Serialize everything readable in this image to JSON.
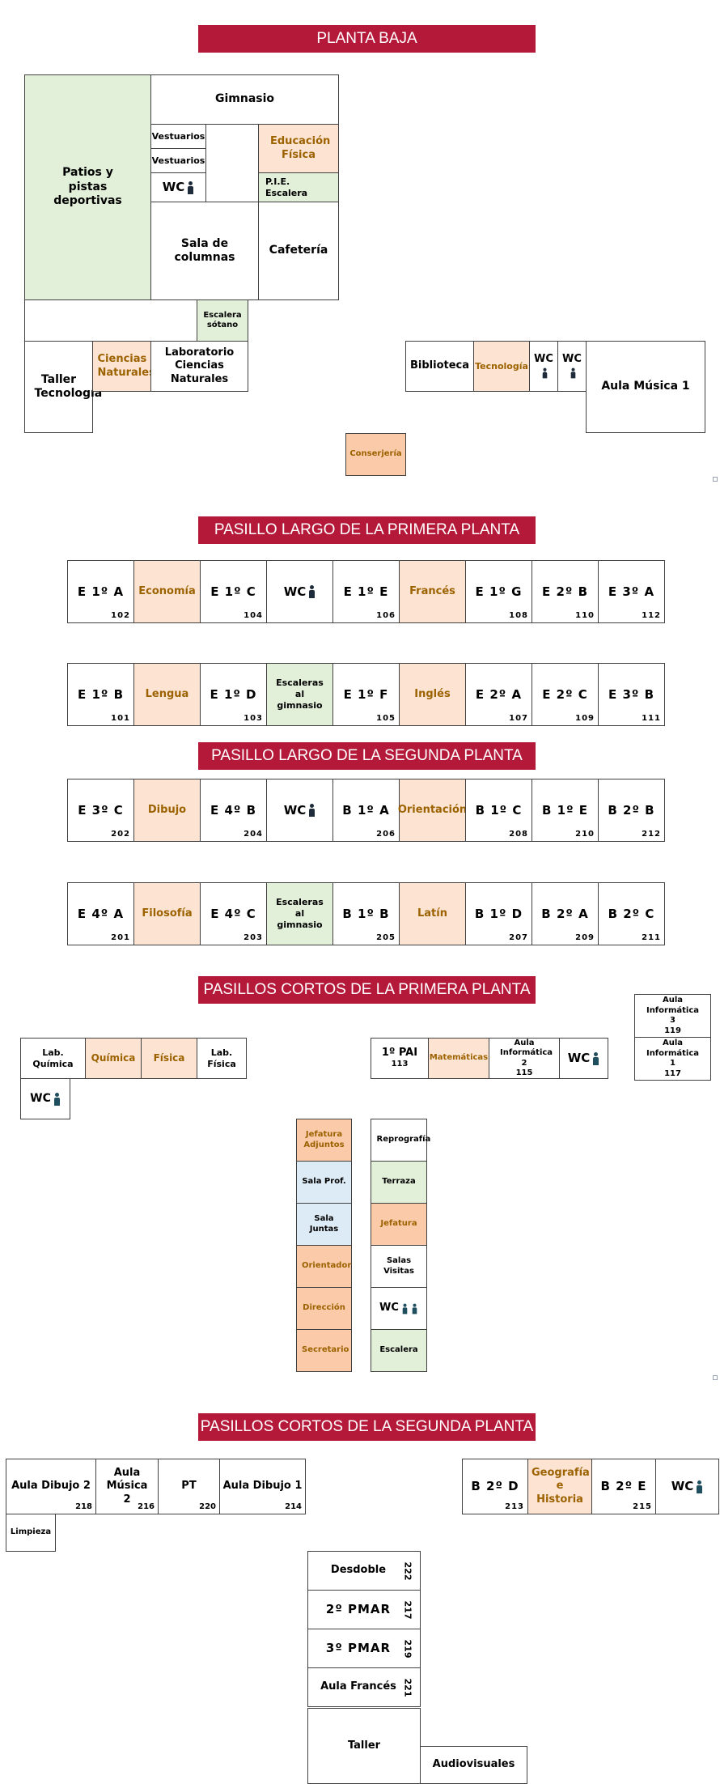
{
  "colors": {
    "banner": "#b5193a",
    "green_room": "#e2efd9",
    "department_room": "#fde4d2",
    "admin_room": "#fbcaa8",
    "staff_room": "#ddebf6",
    "department_text": "#9c6200"
  },
  "planta_baja": {
    "title": "PLANTA BAJA",
    "patios": "Patios y pistas deportivas",
    "gimnasio": "Gimnasio",
    "vestuarios_1": "Vestuarios",
    "vestuarios_2": "Vestuarios",
    "wc": "WC",
    "educacion_fisica": "Educación Física",
    "pie_escalera": "P.I.E. Escalera",
    "sala_columnas": "Sala de columnas",
    "cafeteria": "Cafetería",
    "escalera_sotano": "Escalera sótano",
    "taller_tecnologia": "Taller Tecnología",
    "ciencias_naturales": "Ciencias Naturales",
    "laboratorio_cn": "Laboratorio Ciencias Naturales",
    "biblioteca": "Biblioteca",
    "tecnologia": "Tecnología",
    "wc_a": "WC",
    "wc_b": "WC",
    "aula_musica_1": "Aula Música 1",
    "conserjeria": "Conserjería"
  },
  "primera_larga": {
    "title": "PASILLO LARGO DE LA PRIMERA PLANTA",
    "top_row": [
      {
        "label": "E  1º A",
        "num": "102"
      },
      {
        "label": "Economía",
        "num": ""
      },
      {
        "label": "E  1º C",
        "num": "104"
      },
      {
        "label": "WC",
        "num": ""
      },
      {
        "label": "E  1º E",
        "num": "106"
      },
      {
        "label": "Francés",
        "num": ""
      },
      {
        "label": "E  1º G",
        "num": "108"
      },
      {
        "label": "E  2º B",
        "num": "110"
      },
      {
        "label": "E  3º A",
        "num": "112"
      }
    ],
    "bottom_row": [
      {
        "label": "E  1º B",
        "num": "101"
      },
      {
        "label": "Lengua",
        "num": ""
      },
      {
        "label": "E  1º D",
        "num": "103"
      },
      {
        "label": "Escaleras al gimnasio",
        "num": ""
      },
      {
        "label": "E  1º F",
        "num": "105"
      },
      {
        "label": "Inglés",
        "num": ""
      },
      {
        "label": "E  2º A",
        "num": "107"
      },
      {
        "label": "E  2º C",
        "num": "109"
      },
      {
        "label": "E  3º B",
        "num": "111"
      }
    ]
  },
  "segunda_larga": {
    "title": "PASILLO LARGO DE LA SEGUNDA PLANTA",
    "top_row": [
      {
        "label": "E  3º C",
        "num": "202"
      },
      {
        "label": "Dibujo",
        "num": ""
      },
      {
        "label": "E  4º B",
        "num": "204"
      },
      {
        "label": "WC",
        "num": ""
      },
      {
        "label": "B  1º A",
        "num": "206"
      },
      {
        "label": "Orientación",
        "num": ""
      },
      {
        "label": "B  1º C",
        "num": "208"
      },
      {
        "label": "B  1º E",
        "num": "210"
      },
      {
        "label": "B  2º B",
        "num": "212"
      }
    ],
    "bottom_row": [
      {
        "label": "E  4º A",
        "num": "201"
      },
      {
        "label": "Filosofía",
        "num": ""
      },
      {
        "label": "E  4º C",
        "num": "203"
      },
      {
        "label": "Escaleras al gimnasio",
        "num": ""
      },
      {
        "label": "B  1º B",
        "num": "205"
      },
      {
        "label": "Latín",
        "num": ""
      },
      {
        "label": "B  1º D",
        "num": "207"
      },
      {
        "label": "B  2º A",
        "num": "209"
      },
      {
        "label": "B  2º C",
        "num": "211"
      }
    ]
  },
  "primera_cortos": {
    "title": "PASILLOS CORTOS DE LA PRIMERA PLANTA",
    "lab_quimica": "Lab. Química",
    "quimica": "Química",
    "fisica": "Física",
    "lab_fisica": "Lab. Física",
    "wc_left": "WC",
    "pai": "1º  PAI",
    "pai_num": "113",
    "matematicas": "Matemáticas",
    "informatica_2": "Aula Informática 2",
    "informatica_2_num": "115",
    "wc_right": "WC",
    "informatica_3": "Aula Informática 3",
    "informatica_3_num": "119",
    "informatica_1": "Aula Informática 1",
    "informatica_1_num": "117",
    "left_column": [
      "Jefatura Adjuntos",
      "Sala Prof.",
      "Sala Juntas",
      "Orientador",
      "Dirección",
      "Secretario"
    ],
    "right_column": [
      "Reprografía",
      "Terraza",
      "Jefatura",
      "Salas Visitas",
      "WC",
      "Escalera"
    ]
  },
  "segunda_cortos": {
    "title": "PASILLOS CORTOS DE LA SEGUNDA PLANTA",
    "dibujo_2": "Aula  Dibujo 2",
    "dibujo_2_num": "218",
    "musica_2": "Aula Música 2",
    "musica_2_num": "216",
    "pt": "PT",
    "pt_num": "220",
    "dibujo_1": "Aula  Dibujo 1",
    "dibujo_1_num": "214",
    "limpieza": "Limpieza",
    "b2d": "B  2º D",
    "b2d_num": "213",
    "geografia": "Geografía e Historia",
    "b2e": "B  2º E",
    "b2e_num": "215",
    "wc": "WC",
    "column": [
      {
        "label": "Desdoble",
        "num": "222"
      },
      {
        "label": "2º  PMAR",
        "num": "217"
      },
      {
        "label": "3º  PMAR",
        "num": "219"
      },
      {
        "label": "Aula Francés",
        "num": "221"
      }
    ],
    "taller": "Taller",
    "audiovisuales": "Audiovisuales"
  }
}
